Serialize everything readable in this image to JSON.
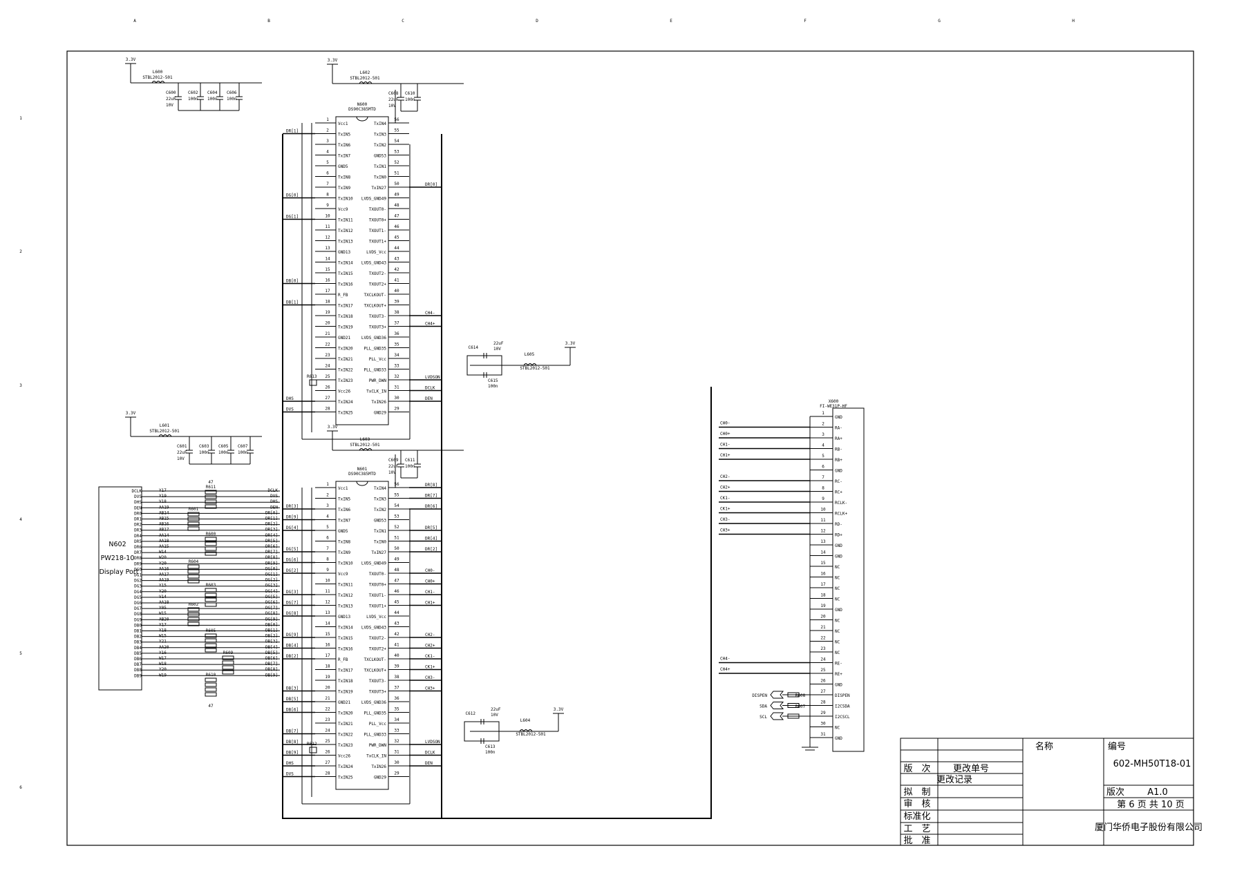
{
  "frame": {
    "col_markers": [
      "A",
      "B",
      "C",
      "D",
      "E",
      "F",
      "G",
      "H"
    ],
    "row_markers": [
      "1",
      "2",
      "3",
      "4",
      "5",
      "6"
    ]
  },
  "chips": [
    {
      "ref": "N600",
      "part": "DS90C385MTD",
      "pins_left": [
        {
          "n": "1",
          "name": "Vcc1"
        },
        {
          "n": "2",
          "name": "TxIN5"
        },
        {
          "n": "3",
          "name": "TxIN6"
        },
        {
          "n": "4",
          "name": "TxIN7"
        },
        {
          "n": "5",
          "name": "GND5"
        },
        {
          "n": "6",
          "name": "TxIN8"
        },
        {
          "n": "7",
          "name": "TxIN9"
        },
        {
          "n": "8",
          "name": "TxIN10"
        },
        {
          "n": "9",
          "name": "Vcc9"
        },
        {
          "n": "10",
          "name": "TxIN11"
        },
        {
          "n": "11",
          "name": "TxIN12"
        },
        {
          "n": "12",
          "name": "TxIN13"
        },
        {
          "n": "13",
          "name": "GND13"
        },
        {
          "n": "14",
          "name": "TxIN14"
        },
        {
          "n": "15",
          "name": "TxIN15"
        },
        {
          "n": "16",
          "name": "TxIN16"
        },
        {
          "n": "17",
          "name": "R_FB"
        },
        {
          "n": "18",
          "name": "TxIN17"
        },
        {
          "n": "19",
          "name": "TxIN18"
        },
        {
          "n": "20",
          "name": "TxIN19"
        },
        {
          "n": "21",
          "name": "GND21"
        },
        {
          "n": "22",
          "name": "TxIN20"
        },
        {
          "n": "23",
          "name": "TxIN21"
        },
        {
          "n": "24",
          "name": "TxIN22"
        },
        {
          "n": "25",
          "name": "TxIN23"
        },
        {
          "n": "26",
          "name": "Vcc26"
        },
        {
          "n": "27",
          "name": "TxIN24"
        },
        {
          "n": "28",
          "name": "TxIN25"
        }
      ],
      "pins_right": [
        {
          "n": "56",
          "name": "TxIN4"
        },
        {
          "n": "55",
          "name": "TxIN3"
        },
        {
          "n": "54",
          "name": "TxIN2"
        },
        {
          "n": "53",
          "name": "GND53"
        },
        {
          "n": "52",
          "name": "TxIN1"
        },
        {
          "n": "51",
          "name": "TxIN0"
        },
        {
          "n": "50",
          "name": "TxIN27"
        },
        {
          "n": "49",
          "name": "LVDS_GND49"
        },
        {
          "n": "48",
          "name": "TXOUT0-"
        },
        {
          "n": "47",
          "name": "TXOUT0+"
        },
        {
          "n": "46",
          "name": "TXOUT1-"
        },
        {
          "n": "45",
          "name": "TXOUT1+"
        },
        {
          "n": "44",
          "name": "LVDS_Vcc"
        },
        {
          "n": "43",
          "name": "LVDS_GND43"
        },
        {
          "n": "42",
          "name": "TXOUT2-"
        },
        {
          "n": "41",
          "name": "TXOUT2+"
        },
        {
          "n": "40",
          "name": "TXCLKOUT-"
        },
        {
          "n": "39",
          "name": "TXCLKOUT+"
        },
        {
          "n": "38",
          "name": "TXOUT3-"
        },
        {
          "n": "37",
          "name": "TXOUT3+"
        },
        {
          "n": "36",
          "name": "LVDS_GND36"
        },
        {
          "n": "35",
          "name": "PLL_GND35"
        },
        {
          "n": "34",
          "name": "PLL_Vcc"
        },
        {
          "n": "33",
          "name": "PLL_GND33"
        },
        {
          "n": "32",
          "name": "PWR_DWN"
        },
        {
          "n": "31",
          "name": "TxCLK_IN"
        },
        {
          "n": "30",
          "name": "TxIN26"
        },
        {
          "n": "29",
          "name": "GND29"
        }
      ],
      "left_nets": {
        "2": "DR[1]",
        "8": "DG[0]",
        "10": "DG[1]",
        "16": "DB[0]",
        "18": "DB[1]",
        "27": "DHS",
        "28": "DVS"
      },
      "right_nets": {
        "50": "DR[0]",
        "38": "CH4-",
        "37": "CH4+",
        "32": "LVDSON",
        "31": "DCLK",
        "30": "DEN"
      }
    },
    {
      "ref": "N601",
      "part": "DS90C385MTD",
      "left_nets": {
        "3": "DR[3]",
        "4": "DR[9]",
        "5": "DG[4]",
        "7": "DG[5]",
        "8": "DG[6]",
        "9": "DG[2]",
        "11": "DG[3]",
        "12": "DG[7]",
        "13": "DG[8]",
        "15": "DG[9]",
        "16": "DB[4]",
        "17": "DB[2]",
        "20": "DB[3]",
        "21": "DB[5]",
        "22": "DB[6]",
        "24": "DB[7]",
        "25": "DB[8]",
        "26": "DB[9]",
        "27": "DHS",
        "28": "DVS"
      },
      "right_nets": {
        "56": "DR[8]",
        "55": "DR[7]",
        "54": "DR[6]",
        "52": "DR[5]",
        "51": "DR[4]",
        "50": "DR[2]",
        "48": "CH0-",
        "47": "CH0+",
        "46": "CH1-",
        "45": "CH1+",
        "42": "CH2-",
        "41": "CH2+",
        "40": "CK1-",
        "39": "CK1+",
        "38": "CH3-",
        "37": "CH3+",
        "32": "LVDSON",
        "31": "DCLK",
        "30": "DEN"
      }
    }
  ],
  "power": [
    {
      "net": "3.3V",
      "inductor": "L600",
      "part": "STBL2012-501",
      "caps": [
        {
          "ref": "C600",
          "v": "22uF",
          "v2": "10V"
        },
        {
          "ref": "C602",
          "v": "100n"
        },
        {
          "ref": "C604",
          "v": "100n"
        },
        {
          "ref": "C606",
          "v": "100n"
        }
      ]
    },
    {
      "net": "3.3V",
      "inductor": "L601",
      "part": "STBL2012-501",
      "caps": [
        {
          "ref": "C601",
          "v": "22uF",
          "v2": "10V"
        },
        {
          "ref": "C603",
          "v": "100n"
        },
        {
          "ref": "C605",
          "v": "100n"
        },
        {
          "ref": "C607",
          "v": "100n"
        }
      ]
    },
    {
      "net": "3.3V",
      "inductor": "L602",
      "part": "STBL2012-501",
      "caps": [
        {
          "ref": "C608",
          "v": "22uF",
          "v2": "10V"
        },
        {
          "ref": "C610",
          "v": "100n"
        }
      ]
    },
    {
      "net": "3.3V",
      "inductor": "L603",
      "part": "STBL2012-501",
      "caps": [
        {
          "ref": "C609",
          "v": "22uF",
          "v2": "10V"
        },
        {
          "ref": "C611",
          "v": "100n"
        }
      ]
    },
    {
      "net": "3.3V",
      "inductor": "L605",
      "part": "STBL2012-501",
      "caps": [
        {
          "ref": "C614",
          "v": "22uF",
          "v2": "10V"
        },
        {
          "ref": "C615",
          "v": "100n"
        }
      ]
    },
    {
      "net": "3.3V",
      "inductor": "L604",
      "part": "STBL2012-501",
      "caps": [
        {
          "ref": "C612",
          "v": "22uF",
          "v2": "10V"
        },
        {
          "ref": "C613",
          "v": "100n"
        }
      ]
    }
  ],
  "resistors": {
    "R613": "R613",
    "R612": "R612",
    "R611": "R611",
    "R601": "R601",
    "R600": "R600",
    "R604": "R604",
    "R603": "R603",
    "R602": "R602",
    "R605": "R605",
    "R609": "R609",
    "R610": "R610",
    "R608": "R608",
    "R607": "R607",
    "val47": "47"
  },
  "display_port": {
    "ref": "N602",
    "part": "PW218-10",
    "name": "Display Port",
    "pins": [
      "DCLK",
      "DVS",
      "DHS",
      "DEN",
      "DR0",
      "DR1",
      "DR2",
      "DR3",
      "DR4",
      "DR5",
      "DR6",
      "DR7",
      "DR8",
      "DR9",
      "DG0",
      "DG1",
      "DG2",
      "DG3",
      "DG4",
      "DG5",
      "DG6",
      "DG7",
      "DG8",
      "DG9",
      "DB0",
      "DB1",
      "DB2",
      "DB3",
      "DB4",
      "DB5",
      "DB6",
      "DB7",
      "DB8",
      "DB9"
    ],
    "balls": [
      "Y17",
      "Y19",
      "V18",
      "AA19",
      "AB14",
      "AB15",
      "AB16",
      "AB17",
      "AA14",
      "AA18",
      "AA15",
      "W14",
      "W20",
      "Y20",
      "AA16",
      "AA17",
      "AA19",
      "Y15",
      "Y20",
      "V14",
      "AA18",
      "Y05",
      "W15",
      "AB20",
      "Y17",
      "Y18",
      "W15",
      "Y21",
      "AA20",
      "Y16",
      "W17",
      "W18",
      "Y20",
      "W19"
    ],
    "nets": [
      "DCLK",
      "DVS",
      "DHS",
      "DEN",
      "DR[0]",
      "DR[1]",
      "DR[2]",
      "DR[3]",
      "DR[4]",
      "DR[5]",
      "DR[6]",
      "DR[7]",
      "DR[8]",
      "DR[9]",
      "DG[0]",
      "DG[1]",
      "DG[2]",
      "DG[3]",
      "DG[4]",
      "DG[5]",
      "DG[6]",
      "DG[7]",
      "DG[8]",
      "DG[9]",
      "DB[0]",
      "DB[1]",
      "DB[2]",
      "DB[3]",
      "DB[4]",
      "DB[5]",
      "DB[6]",
      "DB[7]",
      "DB[8]",
      "DB[9]"
    ]
  },
  "connector": {
    "ref": "X600",
    "part": "FI-WE31P-HF",
    "pins": [
      {
        "n": "1",
        "name": "GND",
        "net": ""
      },
      {
        "n": "2",
        "name": "RA-",
        "net": "CH0-"
      },
      {
        "n": "3",
        "name": "RA+",
        "net": "CH0+"
      },
      {
        "n": "4",
        "name": "RB-",
        "net": "CH1-"
      },
      {
        "n": "5",
        "name": "RB+",
        "net": "CH1+"
      },
      {
        "n": "6",
        "name": "GND",
        "net": ""
      },
      {
        "n": "7",
        "name": "RC-",
        "net": "CH2-"
      },
      {
        "n": "8",
        "name": "RC+",
        "net": "CH2+"
      },
      {
        "n": "9",
        "name": "RCLK-",
        "net": "CK1-"
      },
      {
        "n": "10",
        "name": "RCLK+",
        "net": "CK1+"
      },
      {
        "n": "11",
        "name": "RD-",
        "net": "CH3-"
      },
      {
        "n": "12",
        "name": "RD+",
        "net": "CH3+"
      },
      {
        "n": "13",
        "name": "GND",
        "net": ""
      },
      {
        "n": "14",
        "name": "GND",
        "net": ""
      },
      {
        "n": "15",
        "name": "NC",
        "net": ""
      },
      {
        "n": "16",
        "name": "NC",
        "net": ""
      },
      {
        "n": "17",
        "name": "NC",
        "net": ""
      },
      {
        "n": "18",
        "name": "NC",
        "net": ""
      },
      {
        "n": "19",
        "name": "GND",
        "net": ""
      },
      {
        "n": "20",
        "name": "NC",
        "net": ""
      },
      {
        "n": "21",
        "name": "NC",
        "net": ""
      },
      {
        "n": "22",
        "name": "NC",
        "net": ""
      },
      {
        "n": "23",
        "name": "NC",
        "net": ""
      },
      {
        "n": "24",
        "name": "RE-",
        "net": "CH4-"
      },
      {
        "n": "25",
        "name": "RE+",
        "net": "CH4+"
      },
      {
        "n": "26",
        "name": "GND",
        "net": ""
      },
      {
        "n": "27",
        "name": "DISPEN",
        "net": "DISPEN"
      },
      {
        "n": "28",
        "name": "I2CSDA",
        "net": "SDA"
      },
      {
        "n": "29",
        "name": "I2CSCL",
        "net": "SCL"
      },
      {
        "n": "30",
        "name": "NC",
        "net": ""
      },
      {
        "n": "31",
        "name": "GND",
        "net": ""
      }
    ]
  },
  "title_block": {
    "version_col": "版　次",
    "change_no": "更改单号",
    "change_record": "更改记录",
    "drafted": "拟　制",
    "reviewed": "审　核",
    "standard": "标准化",
    "process": "工　艺",
    "approved": "批　准",
    "name_label": "名称",
    "number_label": "编号",
    "drawing_number": "602-MH50T18-01",
    "revision_label": "版次",
    "revision": "A1.0",
    "page_text": "第 6 页  共 10 页",
    "company": "厦门华侨电子股份有限公司"
  }
}
